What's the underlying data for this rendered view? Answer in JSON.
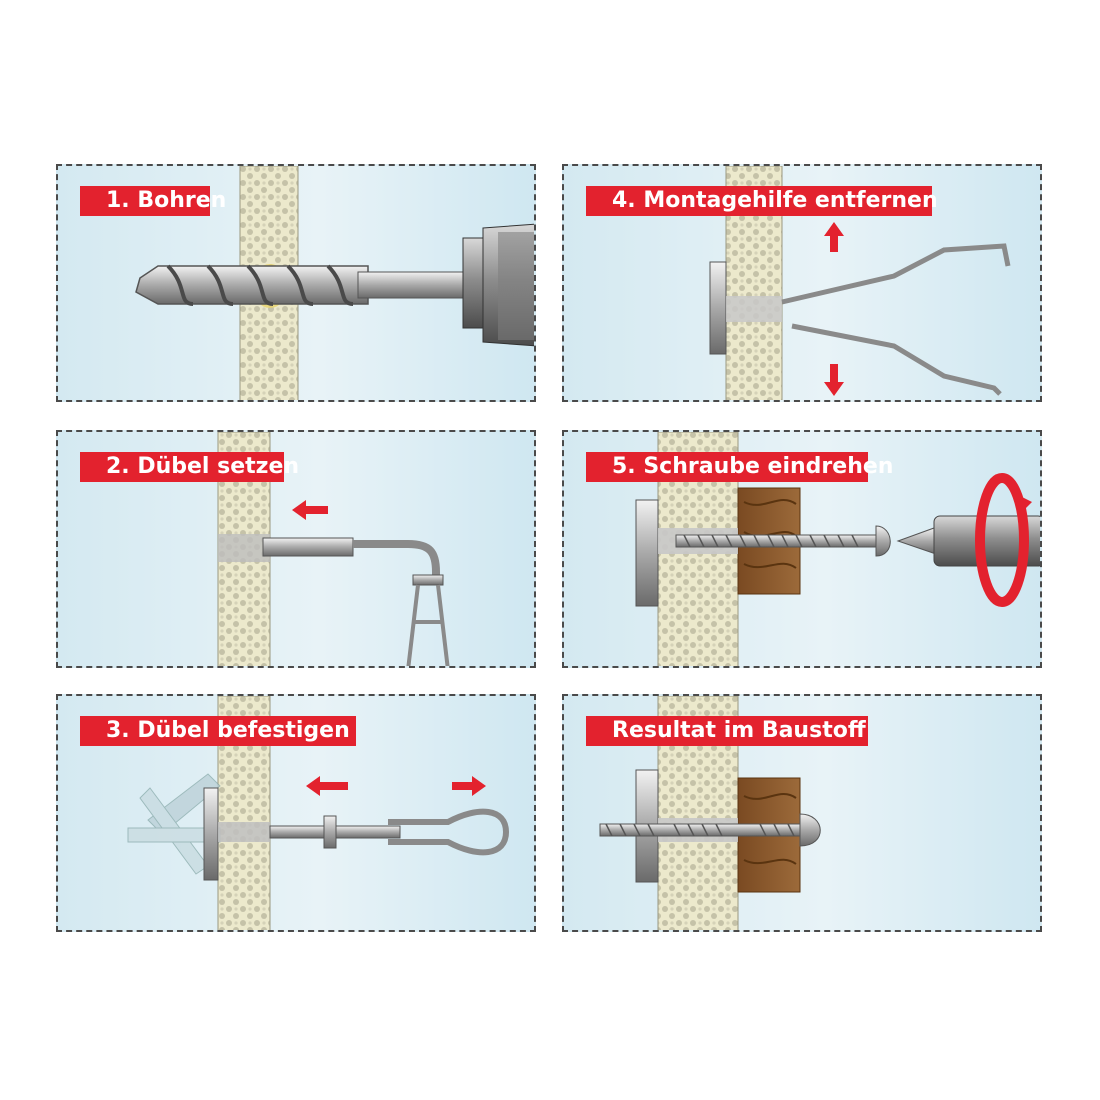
{
  "colors": {
    "accent_red": "#e3222e",
    "panel_blue": "#d9ecf3",
    "wall_fill": "#ece9cc",
    "wood": "#8b5a2b"
  },
  "steps": [
    {
      "label": "1. Bohren"
    },
    {
      "label": "2. Dübel setzen"
    },
    {
      "label": "3. Dübel befestigen"
    },
    {
      "label": "4. Montagehilfe entfernen"
    },
    {
      "label": "5. Schraube eindrehen"
    },
    {
      "label": "Resultat im Baustoff"
    }
  ],
  "icons": [
    "drill-bit-icon",
    "drill-chuck-icon",
    "arrow-left-icon",
    "arrow-right-icon",
    "arrow-up-icon",
    "arrow-down-icon",
    "rotation-arrow-icon",
    "screwdriver-icon",
    "screw-icon",
    "wood-block-icon",
    "wall-anchor-icon"
  ]
}
